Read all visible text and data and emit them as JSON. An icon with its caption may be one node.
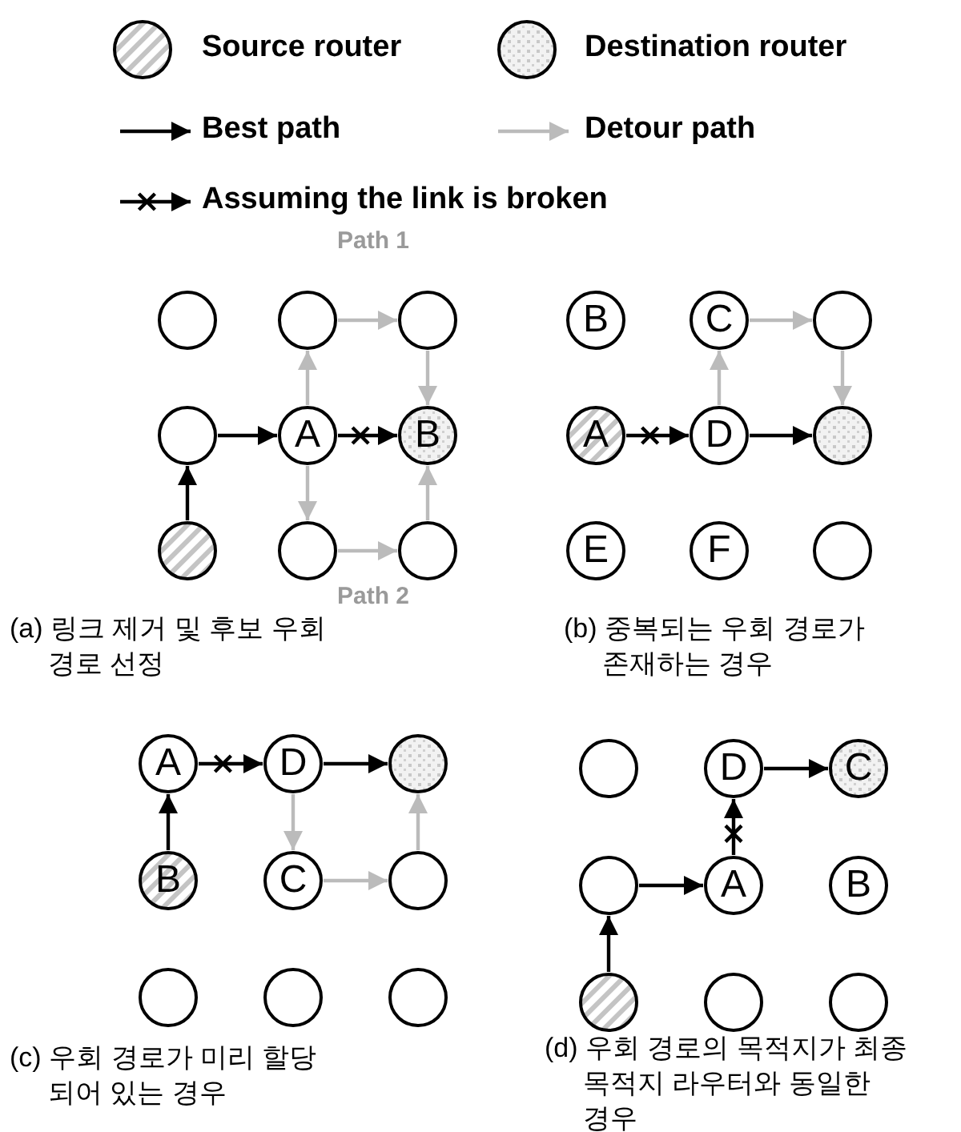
{
  "diagram": {
    "nodes": [
      {
        "text": [],
        "shape": "circle"
      },
      {
        "text": [],
        "shape": "circle"
      },
      {
        "text": [],
        "shape": "circle"
      },
      {
        "text": [],
        "shape": "circle"
      },
      {
        "text": [
          "A"
        ]
      },
      {
        "text": [
          "B"
        ]
      },
      {
        "text": [],
        "shape": "circle"
      },
      {
        "text": [],
        "shape": "circle"
      },
      {
        "text": [],
        "shape": "circle"
      },
      {
        "text": [
          "B"
        ]
      },
      {
        "text": [
          "C"
        ]
      },
      {
        "text": [],
        "shape": "circle"
      },
      {
        "text": [
          "A"
        ]
      },
      {
        "text": [
          "D"
        ]
      },
      {
        "text": [],
        "shape": "circle"
      },
      {
        "text": [
          "E"
        ]
      },
      {
        "text": [
          "F"
        ]
      },
      {
        "text": [],
        "shape": "circle"
      },
      {
        "text": [
          "A"
        ]
      },
      {
        "text": [
          "D"
        ]
      },
      {
        "text": [],
        "shape": "circle"
      },
      {
        "text": [
          "B"
        ]
      },
      {
        "text": [
          "C"
        ]
      },
      {
        "text": [],
        "shape": "circle"
      },
      {
        "text": [],
        "shape": "circle"
      },
      {
        "text": [],
        "shape": "circle"
      },
      {
        "text": [],
        "shape": "circle"
      },
      {
        "text": [],
        "shape": "circle"
      },
      {
        "text": [
          "D"
        ]
      },
      {
        "text": [
          "C"
        ]
      },
      {
        "text": [],
        "shape": "circle"
      },
      {
        "text": [
          "A"
        ]
      },
      {
        "text": [
          "B"
        ]
      },
      {
        "text": [],
        "shape": "circle"
      },
      {
        "text": [],
        "shape": "circle"
      },
      {
        "text": [],
        "shape": "circle"
      }
    ],
    "edges": [
      {
        "from": 6,
        "to": 3,
        "arrow": "to"
      },
      {
        "from": 3,
        "to": 4,
        "arrow": "to"
      },
      {
        "from": 4,
        "to": 5,
        "arrow": "to"
      },
      {
        "from": 4,
        "to": 1,
        "arrow": "to",
        "color": "#bbbbbb"
      },
      {
        "from": 1,
        "to": 2,
        "arrow": "to",
        "color": "#bbbbbb"
      },
      {
        "from": 2,
        "to": 5,
        "arrow": "to",
        "color": "#bbbbbb"
      },
      {
        "from": 4,
        "to": 7,
        "arrow": "to",
        "color": "#bbbbbb"
      },
      {
        "from": 7,
        "to": 8,
        "arrow": "to",
        "color": "#bbbbbb"
      },
      {
        "from": 8,
        "to": 5,
        "arrow": "to",
        "color": "#bbbbbb"
      },
      {
        "from": 12,
        "to": 13,
        "arrow": "to"
      },
      {
        "from": 13,
        "to": 14,
        "arrow": "to"
      },
      {
        "from": 13,
        "to": 10,
        "arrow": "to",
        "color": "#bbbbbb"
      },
      {
        "from": 10,
        "to": 11,
        "arrow": "to",
        "color": "#bbbbbb"
      },
      {
        "from": 11,
        "to": 14,
        "arrow": "to",
        "color": "#bbbbbb"
      },
      {
        "from": 21,
        "to": 18,
        "arrow": "to"
      },
      {
        "from": 18,
        "to": 19,
        "arrow": "to"
      },
      {
        "from": 19,
        "to": 20,
        "arrow": "to"
      },
      {
        "from": 19,
        "to": 22,
        "arrow": "to",
        "color": "#bbbbbb"
      },
      {
        "from": 22,
        "to": 23,
        "arrow": "to",
        "color": "#bbbbbb"
      },
      {
        "from": 23,
        "to": 20,
        "arrow": "to",
        "color": "#bbbbbb"
      },
      {
        "from": 33,
        "to": 30,
        "arrow": "to"
      },
      {
        "from": 30,
        "to": 31,
        "arrow": "to"
      },
      {
        "from": 31,
        "to": 28,
        "arrow": "to"
      },
      {
        "from": 28,
        "to": 29,
        "arrow": "to"
      }
    ],
    "labels": [
      "Path 1",
      "Path 2",
      "(a) 링크 제거 및 후보 우회 경로 선정",
      "(b) 중복되는 우회 경로가 존재하는 경우",
      "(c) 우회 경로가 미리 할당 되어 있는 경우",
      "(d) 우회 경로의 목적지가 최종 목적지 라우터와 동일한 경우"
    ],
    "legend": [
      {
        "text": "Source router"
      },
      {
        "text": "Destination router"
      },
      {
        "text": "Best path"
      },
      {
        "text": "Detour path"
      },
      {
        "text": "Assuming the link is broken"
      }
    ]
  }
}
